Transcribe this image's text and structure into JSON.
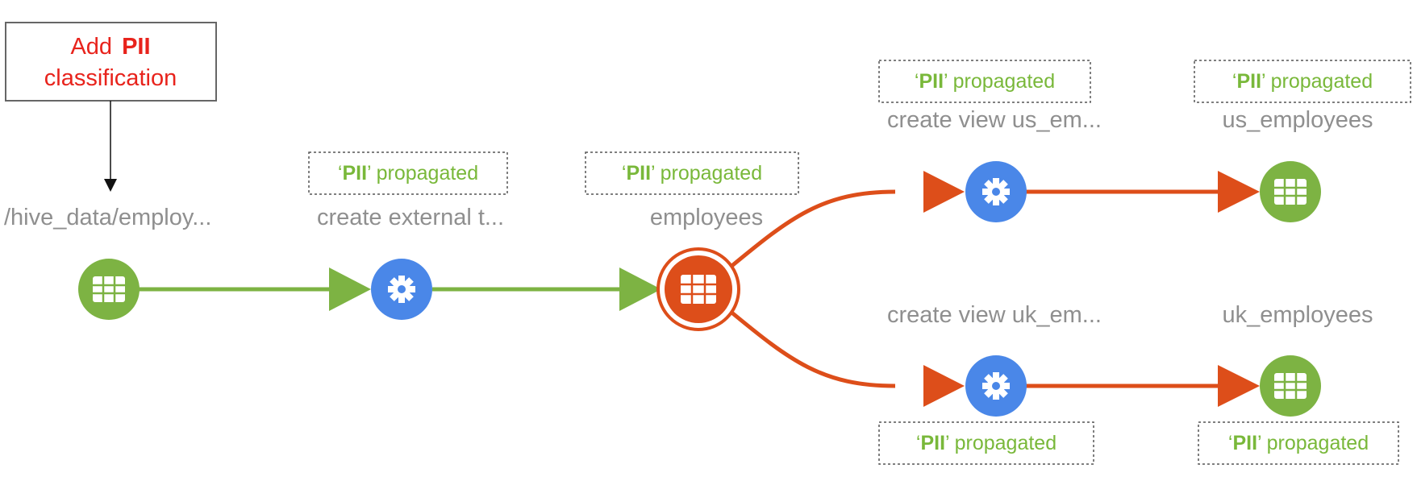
{
  "annotation": {
    "line1_prefix": "Add",
    "line1_bold": "PII",
    "line2": "classification"
  },
  "nodes": {
    "hdfs_path": {
      "label": "/hive_data/employ...",
      "icon": "table-icon"
    },
    "create_external": {
      "label": "create external t...",
      "icon": "gear-icon"
    },
    "employees": {
      "label": "employees",
      "icon": "table-icon"
    },
    "create_view_us": {
      "label": "create view us_em...",
      "icon": "gear-icon"
    },
    "us_employees": {
      "label": "us_employees",
      "icon": "table-icon"
    },
    "create_view_uk": {
      "label": "create view uk_em...",
      "icon": "gear-icon"
    },
    "uk_employees": {
      "label": "uk_employees",
      "icon": "table-icon"
    }
  },
  "propagation": {
    "quote_open": "‘",
    "tag": "PII",
    "suffix": "’ propagated"
  },
  "colors": {
    "green": "#7db343",
    "blue": "#4a87e8",
    "orange": "#dd4e1a",
    "annotation_red": "#e8231c",
    "label_gray": "#8f8f8f"
  }
}
